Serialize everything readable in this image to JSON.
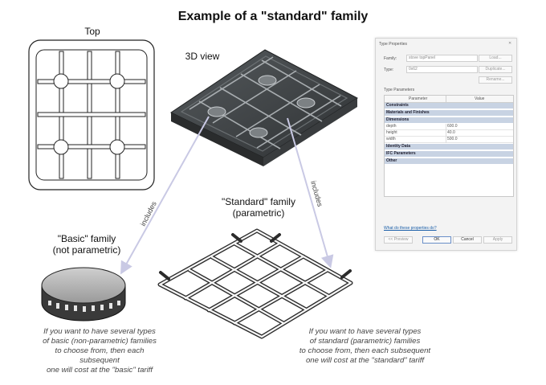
{
  "title": "Example of a \"standard\" family",
  "labels": {
    "top": "Top",
    "view3d": "3D view",
    "standard_line1": "\"Standard\" family",
    "standard_line2": "(parametric)",
    "basic_line1": "\"Basic\" family",
    "basic_line2": "(not parametric)",
    "includes_left": "includes",
    "includes_right": "includes"
  },
  "notes": {
    "left": [
      "If you want to have several types",
      "of basic (non-parametric) families",
      "to choose from, then each subsequent",
      "one will cost at the \"basic\" tariff"
    ],
    "right": [
      "If you want to have several types",
      "of standard (parametric) families",
      "to choose from, then each subsequent",
      "one will cost at the \"standard\" tariff"
    ]
  },
  "dialog": {
    "title": "Type Properties",
    "family_label": "Family:",
    "family_value": "stove topPanel",
    "type_label": "Type:",
    "type_value": "0x62",
    "load_button": "Load...",
    "duplicate_button": "Duplicate...",
    "rename_button": "Rename...",
    "type_parameters_label": "Type Parameters",
    "col_parameter": "Parameter",
    "col_value": "Value",
    "groups": [
      "Constraints",
      "Materials and Finishes",
      "Dimensions",
      "Identity Data",
      "IFC Parameters",
      "Other"
    ],
    "params": [
      {
        "name": "depth",
        "value": "600.0"
      },
      {
        "name": "height",
        "value": "40.0"
      },
      {
        "name": "width",
        "value": "500.0"
      }
    ],
    "help_link": "What do these properties do?",
    "preview_button": "<< Preview",
    "ok_button": "OK",
    "cancel_button": "Cancel",
    "apply_button": "Apply"
  },
  "colors": {
    "arrow": "#c9c9e4",
    "panel_dark": "#3f4244",
    "grate": "#2b2b2b",
    "group_header": "#c8d3e3"
  }
}
